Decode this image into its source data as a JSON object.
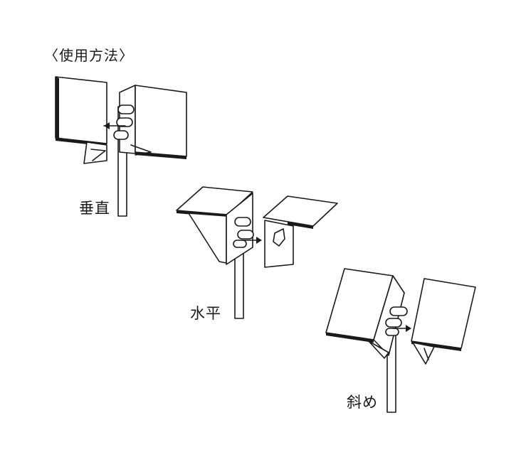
{
  "title": "〈使用方法〉",
  "labels": {
    "vertical": "垂直",
    "horizontal": "水平",
    "diagonal": "斜め"
  }
}
